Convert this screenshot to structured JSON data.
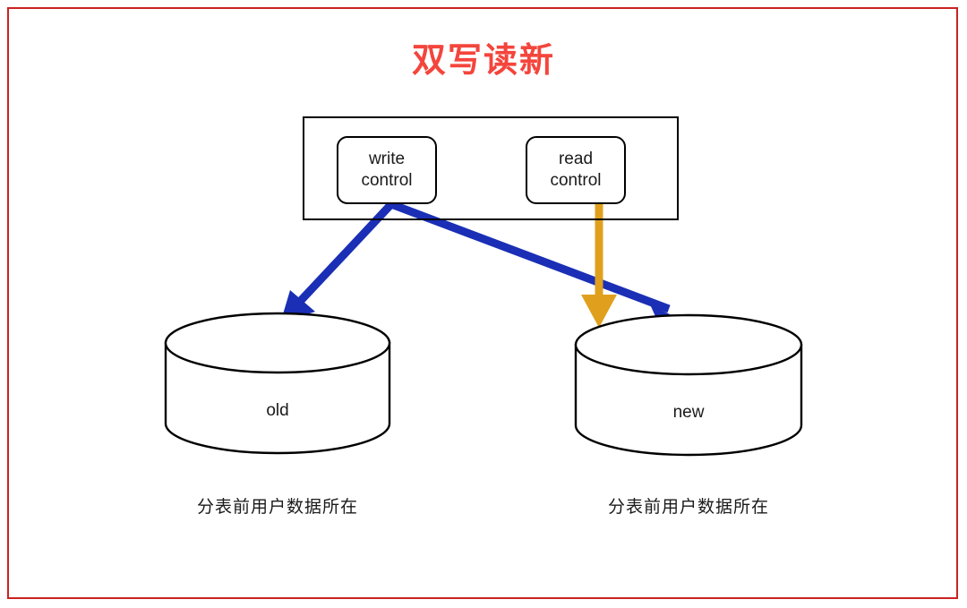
{
  "page": {
    "title": "双写读新",
    "frame_color": "#cc2222",
    "title_color": "#f4453c",
    "background": "#ffffff"
  },
  "colors": {
    "write_arrow": "#1a2fb5",
    "read_arrow": "#e0a01e",
    "shape_stroke": "#000000",
    "text": "#1a1a1a"
  },
  "control_panel": {
    "boxes": [
      {
        "id": "write-control",
        "line1": "write",
        "line2": "control"
      },
      {
        "id": "read-control",
        "line1": "read",
        "line2": "control"
      }
    ]
  },
  "databases": [
    {
      "id": "old",
      "label": "old",
      "caption": "分表前用户数据所在"
    },
    {
      "id": "new",
      "label": "new",
      "caption": "分表前用户数据所在"
    }
  ],
  "arrows": [
    {
      "name": "write-to-old",
      "from": "write control",
      "to": "old",
      "color": "#1a2fb5"
    },
    {
      "name": "write-to-new",
      "from": "write control",
      "to": "new",
      "color": "#1a2fb5"
    },
    {
      "name": "read-to-new",
      "from": "read control",
      "to": "new",
      "color": "#e0a01e"
    }
  ]
}
